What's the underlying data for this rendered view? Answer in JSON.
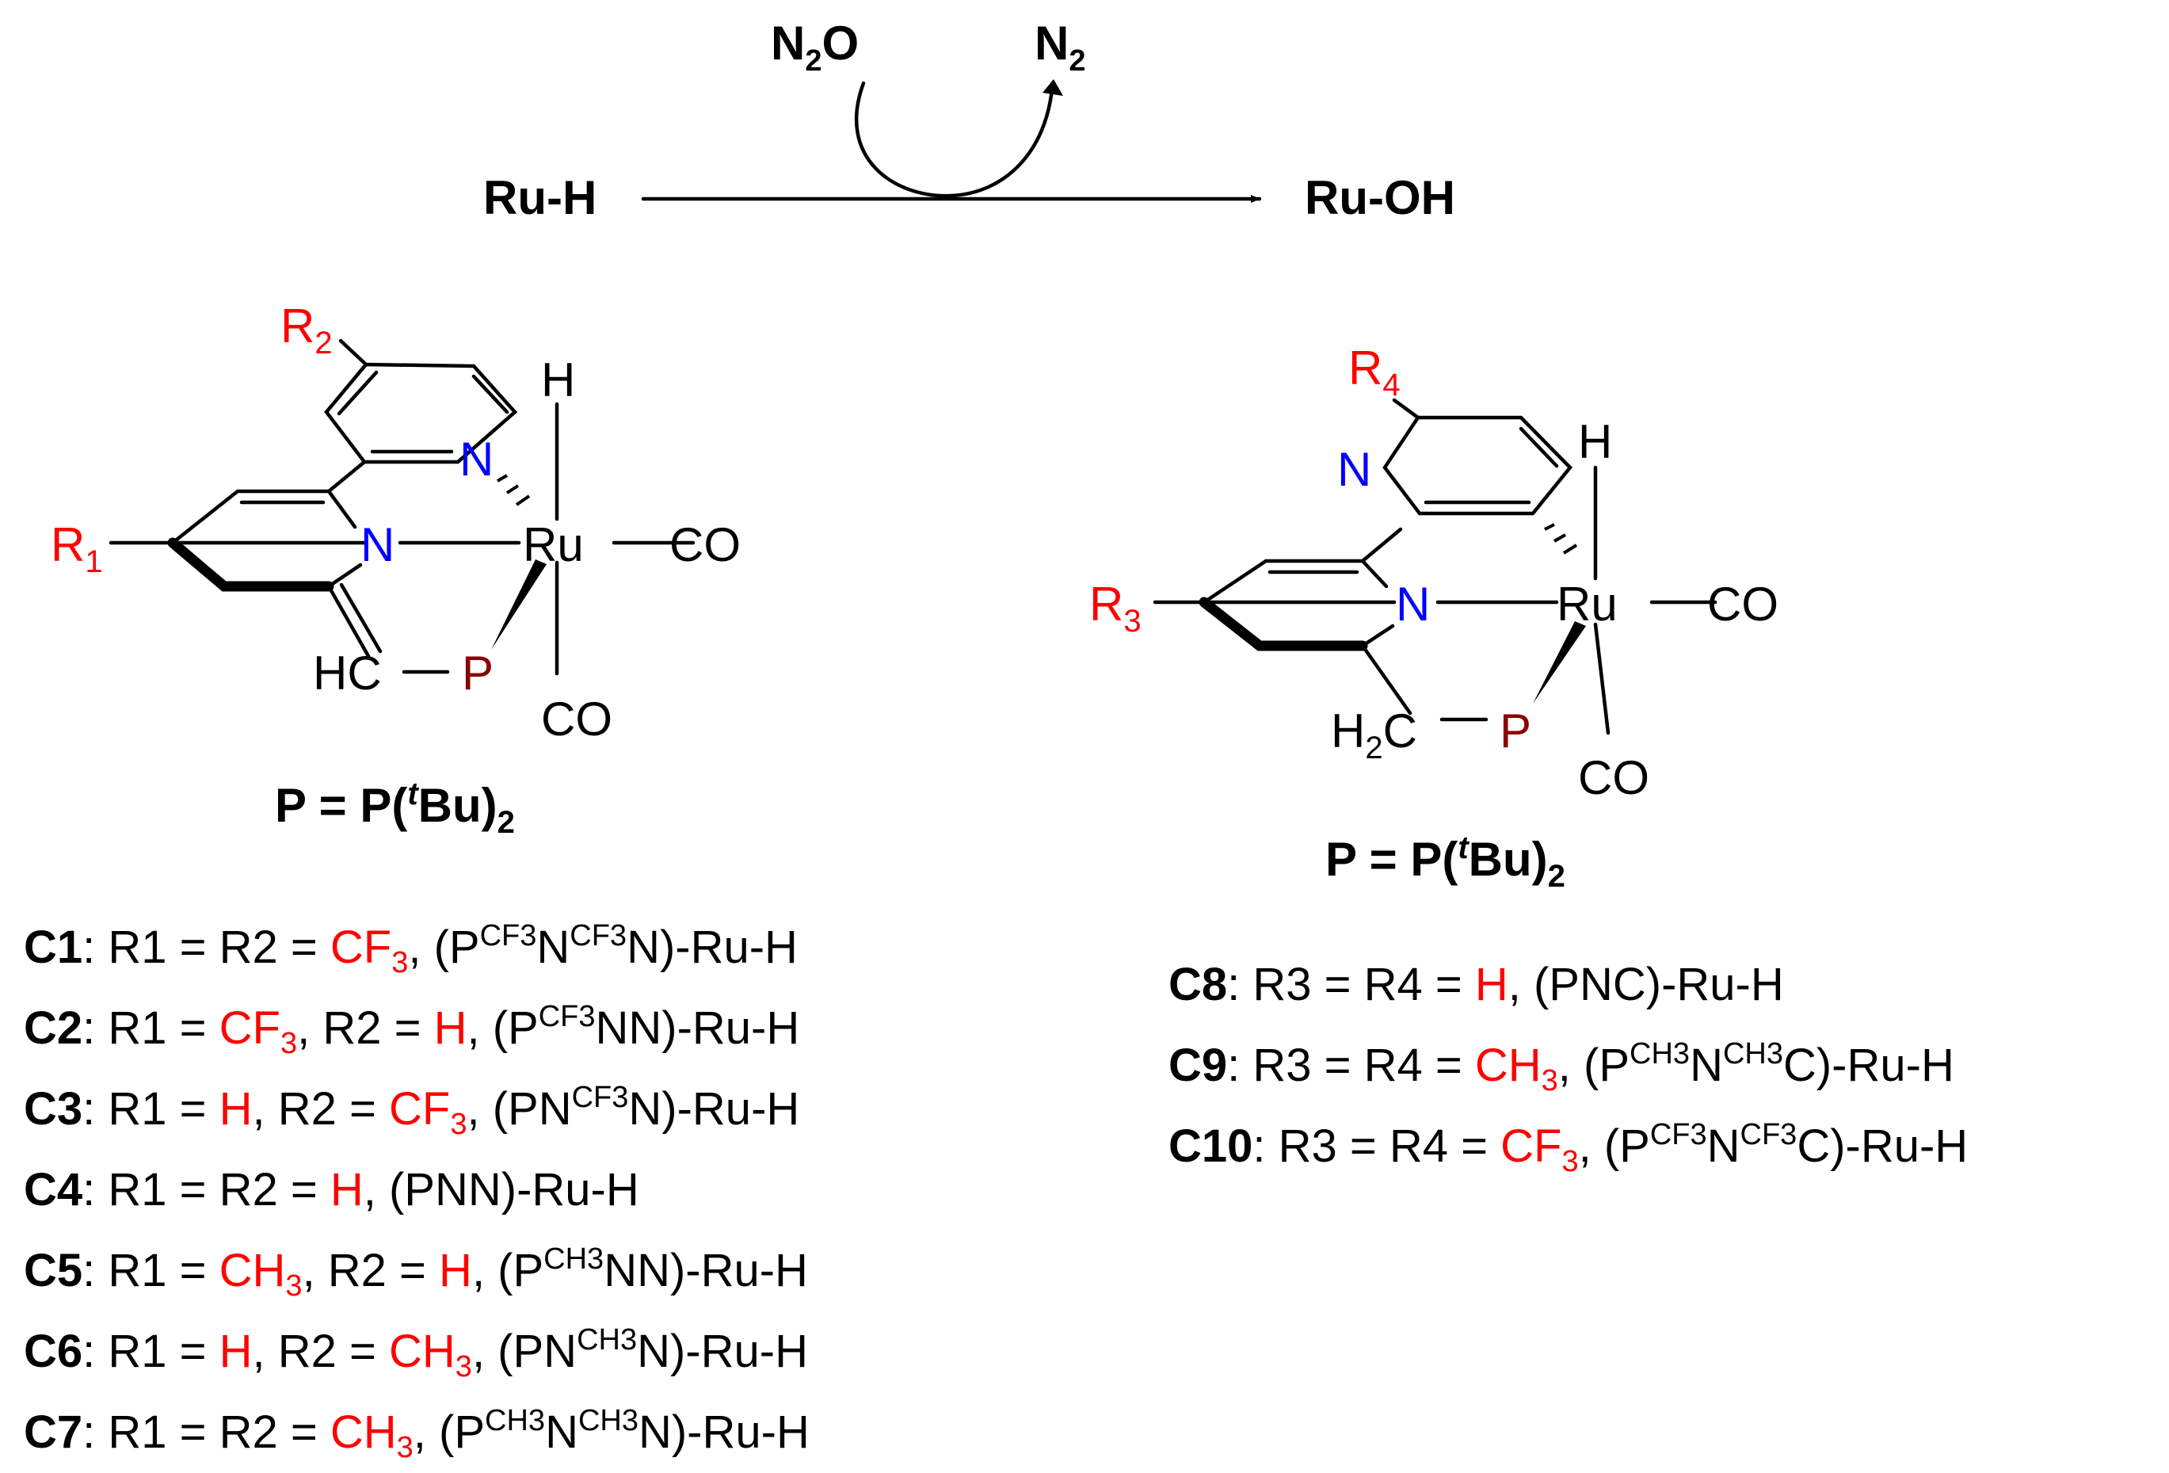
{
  "reaction": {
    "reactant": "Ru-H",
    "product": "Ru-OH",
    "reagent_in": {
      "base": "N",
      "sub": "2",
      "tail": "O"
    },
    "reagent_out": {
      "base": "N",
      "sub": "2"
    }
  },
  "structure_left": {
    "r_top": {
      "base": "R",
      "sub": "2"
    },
    "r_left": {
      "base": "R",
      "sub": "1"
    },
    "n_pyridine_top": "N",
    "n_pyridine_center": "N",
    "metal": "Ru",
    "hydride": "H",
    "co_right": "CO",
    "co_bottom": "CO",
    "methine": "HC",
    "phosphorus": "P",
    "p_definition": {
      "prefix": "P = P(",
      "sup": "t",
      "mid": "Bu)",
      "sub": "2"
    }
  },
  "structure_right": {
    "r_top": {
      "base": "R",
      "sub": "4"
    },
    "r_left": {
      "base": "R",
      "sub": "3"
    },
    "n_pyridine_top": "N",
    "n_pyridine_center": "N",
    "metal": "Ru",
    "hydride": "H",
    "co_right": "CO",
    "co_bottom": "CO",
    "methylene": {
      "base": "H",
      "sub": "2",
      "tail": "C"
    },
    "phosphorus": "P",
    "p_definition": {
      "prefix": "P = P(",
      "sup": "t",
      "mid": "Bu)",
      "sub": "2"
    }
  },
  "compounds_left": [
    {
      "id": "C1",
      "desc": "R1 = R2 = ",
      "sub1": "CF",
      "sub1_sub": "3",
      "mid": ", (P",
      "s1": "CF3",
      "m2": "N",
      "s2": "CF3",
      "tail": "N)-Ru-H"
    },
    {
      "id": "C2",
      "desc": "R1 = ",
      "sub1": "CF",
      "sub1_sub": "3",
      "mid": ", R2 = ",
      "red2": "H",
      "mid2": ", (P",
      "s1": "CF3",
      "tail": "NN)-Ru-H"
    },
    {
      "id": "C3",
      "desc": "R1 = ",
      "red1": "H",
      "mid": ", R2 = ",
      "sub1": "CF",
      "sub1_sub": "3",
      "mid2": ", (PN",
      "s1": "CF3",
      "tail": "N)-Ru-H"
    },
    {
      "id": "C4",
      "desc": "R1 = R2 = ",
      "red1": "H",
      "tail": ", (PNN)-Ru-H"
    },
    {
      "id": "C5",
      "desc": "R1 = ",
      "sub1": "CH",
      "sub1_sub": "3",
      "mid": ",  R2 = ",
      "red2": "H",
      "mid2": ", (P",
      "s1": "CH3",
      "tail": "NN)-Ru-H"
    },
    {
      "id": "C6",
      "desc": "R1 = ",
      "red1": "H",
      "mid": ", R2 = ",
      "sub1": "CH",
      "sub1_sub": "3",
      "mid2": ", (PN",
      "s1": "CH3",
      "tail": "N)-Ru-H"
    },
    {
      "id": "C7",
      "desc": "R1 = R2 = ",
      "sub1": "CH",
      "sub1_sub": "3",
      "mid": ", (P",
      "s1": "CH3",
      "m2": "N",
      "s2": "CH3",
      "tail": "N)-Ru-H"
    }
  ],
  "compounds_right": [
    {
      "id": "C8",
      "desc": "R3 = R4 = ",
      "red1": "H",
      "tail": ", (PNC)-Ru-H"
    },
    {
      "id": "C9",
      "desc": "R3 = R4 = ",
      "sub1": "CH",
      "sub1_sub": "3",
      "mid": ", (P",
      "s1": "CH3",
      "m2": "N",
      "s2": "CH3",
      "tail": "C)-Ru-H"
    },
    {
      "id": "C10",
      "desc": "R3 = R4 = ",
      "sub1": "CF",
      "sub1_sub": "3",
      "mid": ", (P",
      "s1": "CF3",
      "m2": "N",
      "s2": "CF3",
      "tail": "C)-Ru-H"
    }
  ]
}
